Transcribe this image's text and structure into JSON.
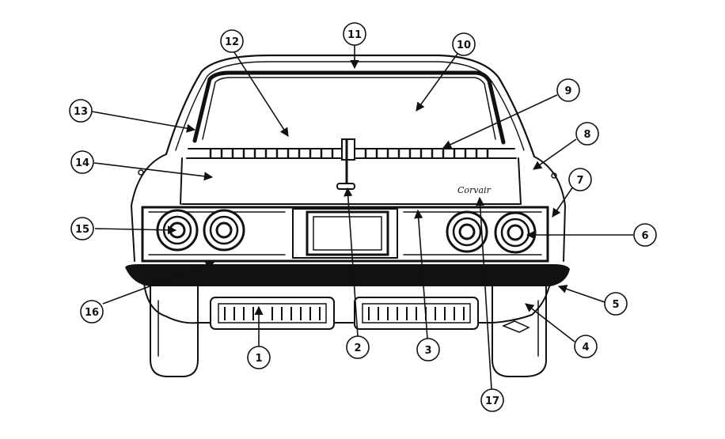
{
  "callouts": [
    "1",
    "2",
    "3",
    "4",
    "5",
    "6",
    "7",
    "8",
    "9",
    "10",
    "11",
    "12",
    "13",
    "14",
    "15",
    "16",
    "17"
  ],
  "script_badge": "Corvair"
}
